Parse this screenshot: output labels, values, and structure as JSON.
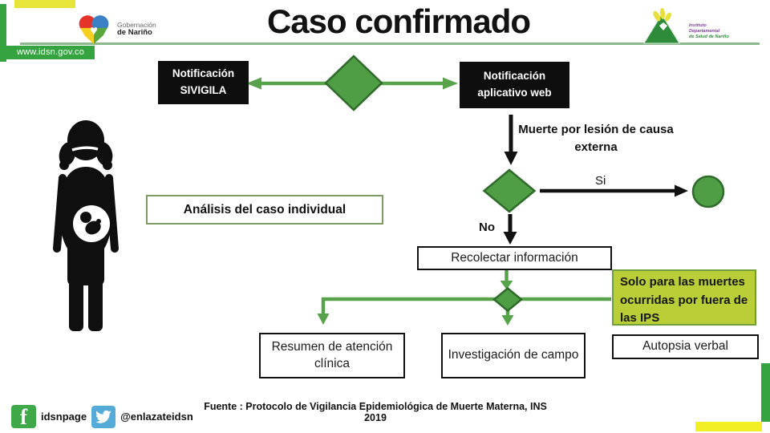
{
  "header": {
    "title": "Caso confirmado",
    "site": "www.idsn.gov.co"
  },
  "logos": {
    "gobernacion_line1": "Gobernación",
    "gobernacion_line2": "de Nariño",
    "idsn_line1": "Instituto",
    "idsn_line2": "Departamental",
    "idsn_line3": "de Salud de Nariño"
  },
  "flow": {
    "sivigila": "Notificación SIVIGILA",
    "web": "Notificación aplicativo web",
    "external_cause": "Muerte por lesión de causa externa",
    "yes_label": "Si",
    "no_label": "No",
    "analysis": "Análisis del caso individual",
    "collect": "Recolectar información",
    "only_ips": "Solo para las muertes ocurridas por fuera de las IPS",
    "summary": "Resumen de atención clínica",
    "field": "Investigación de campo",
    "autopsy": "Autopsia verbal"
  },
  "footer": {
    "source": "Fuente : Protocolo de Vigilancia Epidemiológica de Muerte Materna, INS 2019",
    "facebook": "idsnpage",
    "twitter": "@enlazateidsn",
    "facebook_icon_label": "f"
  },
  "colors": {
    "flow_green_fill": "#4f9d45",
    "flow_green_stroke": "#2f6b2b",
    "arrow_green": "#57a24b",
    "arrow_black": "#111111",
    "brand_green": "#35a33f",
    "brand_yellow": "#e7e43a",
    "lime_box": "#bace37",
    "facebook_green": "#3fa848",
    "twitter_blue": "#54abd7"
  }
}
